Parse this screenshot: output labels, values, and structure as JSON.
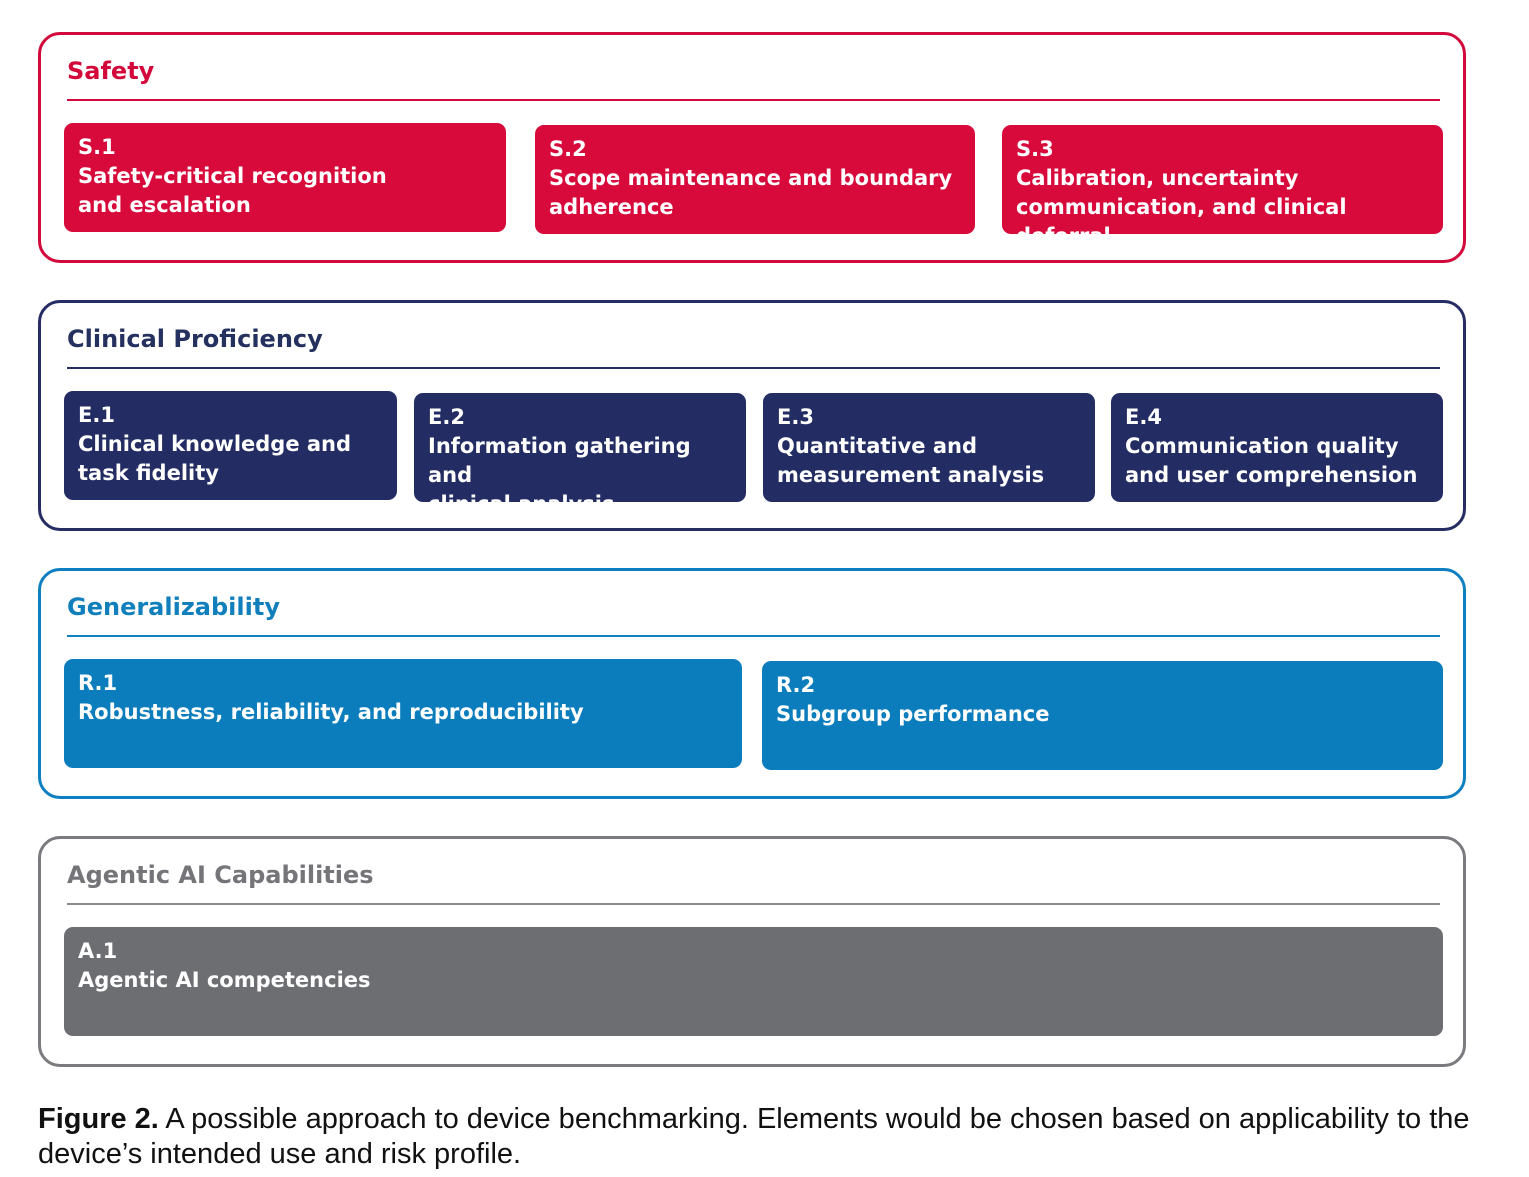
{
  "groups": {
    "safety": {
      "title": "Safety",
      "cards": [
        {
          "code": "S.1",
          "label": "Safety-critical recognition\nand escalation"
        },
        {
          "code": "S.2",
          "label": "Scope maintenance and boundary\nadherence"
        },
        {
          "code": "S.3",
          "label": "Calibration, uncertainty\ncommunication, and clinical deferral"
        }
      ]
    },
    "clinical": {
      "title": "Clinical Proficiency",
      "cards": [
        {
          "code": "E.1",
          "label": "Clinical knowledge and\ntask fidelity"
        },
        {
          "code": "E.2",
          "label": "Information gathering and\nclinical analysis"
        },
        {
          "code": "E.3",
          "label": "Quantitative and\nmeasurement analysis"
        },
        {
          "code": "E.4",
          "label": "Communication quality\nand user comprehension"
        }
      ]
    },
    "general": {
      "title": "Generalizability",
      "cards": [
        {
          "code": "R.1",
          "label": "Robustness, reliability, and reproducibility"
        },
        {
          "code": "R.2",
          "label": "Subgroup performance"
        }
      ]
    },
    "agentic": {
      "title": "Agentic AI Capabilities",
      "cards": [
        {
          "code": "A.1",
          "label": "Agentic AI competencies"
        }
      ]
    }
  },
  "caption": {
    "label": "Figure 2.",
    "text": " A possible approach to device benchmarking. Elements would be chosen based on applicability to the device’s intended use and risk profile."
  },
  "colors": {
    "safety": "#d70a3b",
    "clinical": "#232d63",
    "generalizability": "#0b7dbc",
    "agentic": "#6d6e72"
  }
}
